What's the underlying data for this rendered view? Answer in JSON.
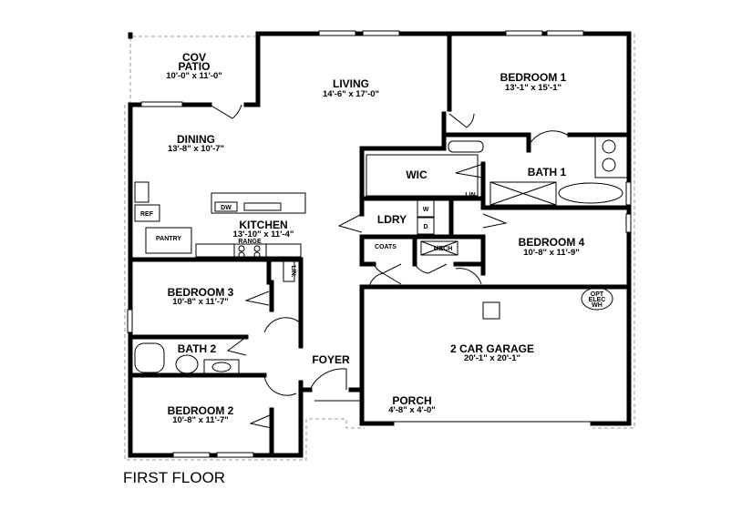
{
  "plan": {
    "title": "FIRST FLOOR",
    "rooms": {
      "patio": {
        "name1": "COV",
        "name2": "PATIO",
        "dim": "10'-0\" x 11'-0\""
      },
      "living": {
        "name": "LIVING",
        "dim": "14'-6\" x 17'-0\""
      },
      "bedroom1": {
        "name": "BEDROOM 1",
        "dim": "13'-1\" x 15'-1\""
      },
      "dining": {
        "name": "DINING",
        "dim": "13'-8\" x 10'-7\""
      },
      "wic": {
        "name": "WIC"
      },
      "bath1": {
        "name": "BATH 1"
      },
      "kitchen": {
        "name": "KITCHEN",
        "dim": "13'-10\" x 11'-4\""
      },
      "ldry": {
        "name": "LDRY"
      },
      "bedroom4": {
        "name": "BEDROOM 4",
        "dim": "10'-8\" x 11'-9\""
      },
      "bedroom3": {
        "name": "BEDROOM 3",
        "dim": "10'-8\" x 11'-7\""
      },
      "bath2": {
        "name": "BATH 2"
      },
      "foyer": {
        "name": "FOYER"
      },
      "garage": {
        "name": "2 CAR GARAGE",
        "dim": "20'-1\" x 20'-1\""
      },
      "porch": {
        "name": "PORCH",
        "dim": "4'-8\" x 4'-0\""
      },
      "bedroom2": {
        "name": "BEDROOM 2",
        "dim": "10'-8\" x 11'-7\""
      }
    },
    "fixtures": {
      "dw": "DW",
      "ref": "REF",
      "pantry": "PANTRY",
      "range": "RANGE",
      "coats": "COATS",
      "mech": "MECH",
      "lin": "LIN.",
      "lin2": "LIN.",
      "w": "W",
      "d": "D",
      "wh1": "OPT",
      "wh2": "ELEC",
      "wh3": "WH"
    }
  }
}
